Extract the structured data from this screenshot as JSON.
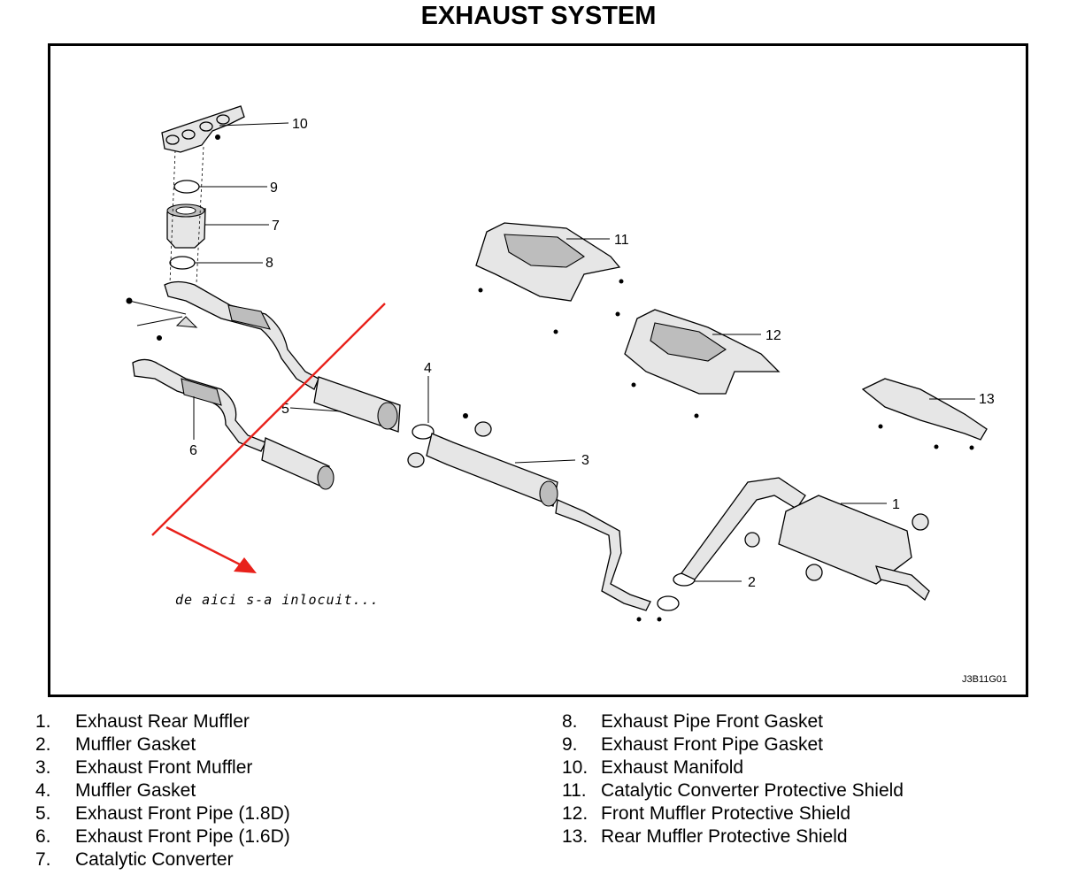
{
  "title": "EXHAUST SYSTEM",
  "figure_code": "J3B11G01",
  "annotation": "de aici s-a inlocuit...",
  "accent_color": "#e8211b",
  "callouts": [
    "1",
    "2",
    "3",
    "4",
    "5",
    "6",
    "7",
    "8",
    "9",
    "10",
    "11",
    "12",
    "13"
  ],
  "legend": [
    {
      "num": "1.",
      "label": "Exhaust Rear Muffler"
    },
    {
      "num": "2.",
      "label": "Muffler Gasket"
    },
    {
      "num": "3.",
      "label": "Exhaust Front Muffler"
    },
    {
      "num": "4.",
      "label": "Muffler Gasket"
    },
    {
      "num": "5.",
      "label": "Exhaust Front Pipe (1.8D)"
    },
    {
      "num": "6.",
      "label": "Exhaust Front Pipe (1.6D)"
    },
    {
      "num": "7.",
      "label": "Catalytic Converter"
    },
    {
      "num": "8.",
      "label": "Exhaust Pipe Front Gasket"
    },
    {
      "num": "9.",
      "label": "Exhaust Front Pipe Gasket"
    },
    {
      "num": "10.",
      "label": "Exhaust Manifold"
    },
    {
      "num": "11.",
      "label": "Catalytic Converter Protective Shield"
    },
    {
      "num": "12.",
      "label": "Front Muffler Protective Shield"
    },
    {
      "num": "13.",
      "label": "Rear Muffler Protective Shield"
    }
  ]
}
